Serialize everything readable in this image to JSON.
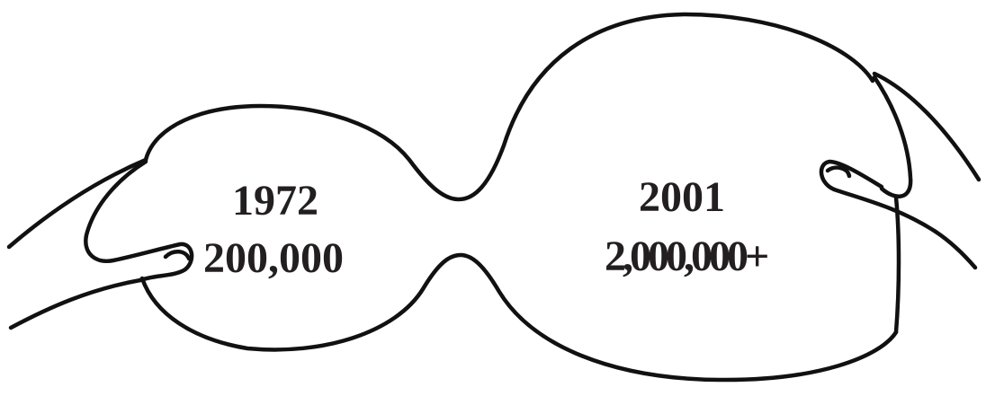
{
  "diagram": {
    "left_bubble": {
      "year": "1972",
      "count": "200,000"
    },
    "right_bubble": {
      "year": "2001",
      "count": "2,000,000+"
    },
    "colors": {
      "ink": "#111111",
      "text": "#231f20",
      "background": "#ffffff"
    }
  }
}
